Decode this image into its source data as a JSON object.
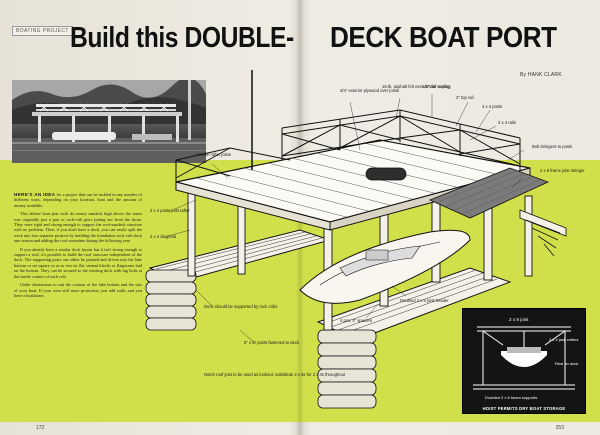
{
  "section_tag": "BOATING PROJECT",
  "title": {
    "left": "Build this DOUBLE-",
    "right": "DECK BOAT PORT"
  },
  "byline": "By HANK CLARK",
  "body": {
    "lead_word": "HERE'S AN IDEA",
    "p1": "for a project that can be tackled in any number of different ways, depending on your location, boat and the amount of money available.",
    "p2": "This deluxe boat port with its roomy sundeck high above the water was originally just a pair of rock-crib piers jutting out from the shore. They were rigid and strong enough to support the roof-sundeck structure with no problem. Then, if you don't have a dock, you can easily split the work into two separate projects by building the foundation rock-crib dock one season and adding the roof sometime during the following year.",
    "p3": "If you already have a similar dock layout but it isn't strong enough to support a roof, it's possible to build the roof structure independent of the dock. The supporting posts can either be painted and driven into the lake bottom or set square so as to rest on flat cement blocks or flagstones laid on the bottom. They can be secured to the existing dock with lag bolts at the inside corners of each crib.",
    "p4": "Under dimensions to suit the contour of the lake bottom and the size of your boat. If your west still more protection, just add walls and you have a boathouse."
  },
  "folio": {
    "left": "172",
    "right": "253"
  },
  "labels": {
    "exterior_plywood": "3/4\" exterior plywood over joists",
    "asphalt_roofing": "15-lb. asphalt felt over similar roofing",
    "rail_coping": "1/2\" rail coping",
    "top_rail": "2\" top rail",
    "posts_4x4": "4 x 4 posts",
    "rails_2x4": "2 x 4 rails",
    "stringers": "Bolt stringers to posts",
    "frame_joist": "2 x 6 frame joist stringer",
    "double_rafter": "Double rafter joists",
    "purlin": "2 x 4 posts joist rafter",
    "diagonal": "2 x 4 diagonal",
    "header": "Doubled 2 x 6 joist header",
    "spacers": "4 pcs. 4\" spacers",
    "dock_note": "Dock should be supported by rock cribs",
    "posts_cribs": "5\" x 5\" posts fastened to deck",
    "roof_note": "Notch roof joist to be used as lookout, substitute 2 x 6s for 2 x 4s throughout"
  },
  "inset": {
    "joist": "2 x 8 joist",
    "posts_label": "2 x 4 jack rafters",
    "rest_on": "Rest on dock",
    "beam": "Doubled 2 x 8 beam supports",
    "caption": "HOIST PERMITS DRY BOAT STORAGE"
  },
  "colors": {
    "accent_green": "#d1e04a",
    "ink": "#111111",
    "paper": "#efece4"
  }
}
